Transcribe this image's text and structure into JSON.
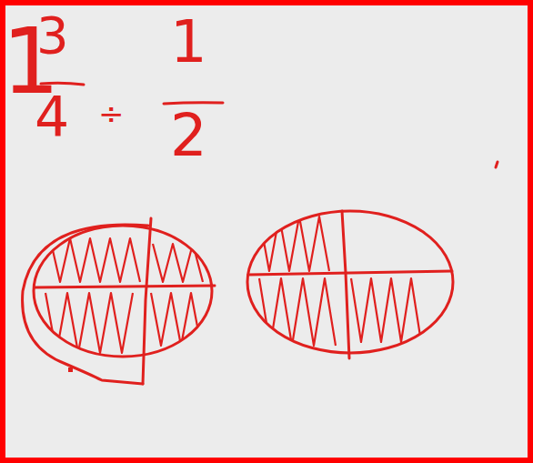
{
  "diagram": {
    "labels": [
      "1",
      "3",
      "4",
      "÷",
      "1",
      "2"
    ]
  }
}
